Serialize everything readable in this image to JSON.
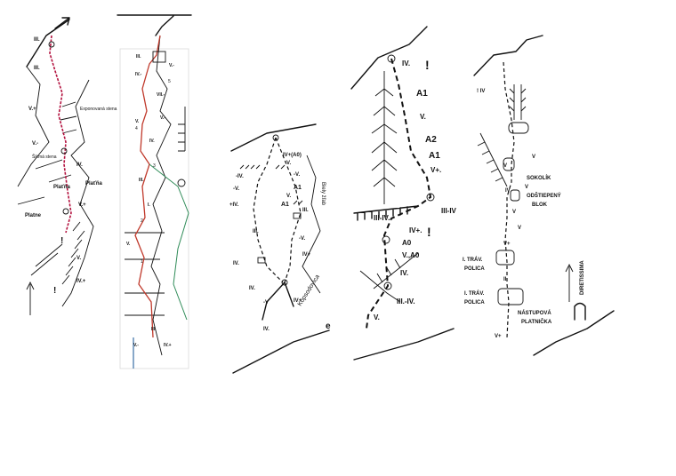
{
  "topo1": {
    "grades": [
      "III.",
      "III.",
      "V.+",
      "V.-",
      "IV.",
      "V.+",
      "V.",
      "IV.+",
      "!",
      "!"
    ],
    "notes": [
      "Exponovaná stena",
      "Šikmá stena",
      "Plaťňa",
      "Plaťňa",
      "Platne"
    ]
  },
  "topo2": {
    "grades": [
      "III.",
      "V.-",
      "IV.-",
      "VII.-",
      "V.-",
      "V.",
      "IV.",
      "III.",
      "I.",
      "V.",
      "III.",
      "V.-",
      "IV.+"
    ],
    "pitch_numbers": [
      "5",
      "4",
      "3",
      "2",
      "1"
    ]
  },
  "topo3": {
    "grades": [
      "IV+(A0)",
      "-IV.",
      "-V.",
      "-V.",
      "+IV.",
      "III.",
      "IV.",
      "-V.",
      "V.",
      "IV+",
      "III.",
      "IV.",
      "-V",
      "IV+",
      "IV.",
      "A1",
      "A1",
      "V."
    ],
    "notes": [
      "Kopsodovica",
      "e",
      "Biely žľab"
    ]
  },
  "topo4": {
    "grades": [
      "IV.",
      "A1",
      "V.",
      "A2",
      "A1",
      "V+.",
      "III-IV",
      "III-IV.",
      "IV+.",
      "A0",
      "V.,A0",
      "IV.",
      "III.-IV.",
      "V."
    ],
    "marks": [
      "!",
      "!"
    ]
  },
  "topo5": {
    "grades": [
      "! IV",
      "V",
      "V",
      "V",
      "IV",
      "V",
      "V",
      "V+",
      "II",
      "V+"
    ],
    "places": [
      "SOKOLÍK",
      "ODŠTIEPENÝ",
      "BLOK",
      "I. TRÁV.",
      "POLICA",
      "I. TRÁV.",
      "POLICA",
      "NÁSTUPOVÁ",
      "PLATNIČKA",
      "DIRETISSIMA"
    ]
  }
}
